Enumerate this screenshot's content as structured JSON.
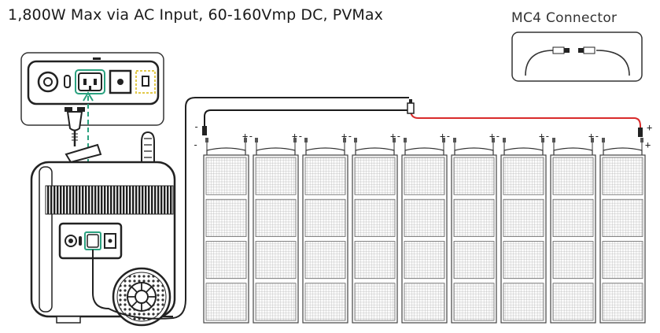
{
  "title": "1,800W Max via AC Input, 60-160Vmp DC, PVMax",
  "mc4_label": "MC4 Connector",
  "polarity": {
    "plus": "+",
    "minus": "-",
    "pair": "+-"
  },
  "panel_count": 9,
  "colors": {
    "positive_wire": "#d92b2b",
    "negative_wire": "#1a1a1a",
    "ac_callout": "#2aa17f",
    "ac_port_highlight": "#e2c94a",
    "line": "#333333"
  }
}
